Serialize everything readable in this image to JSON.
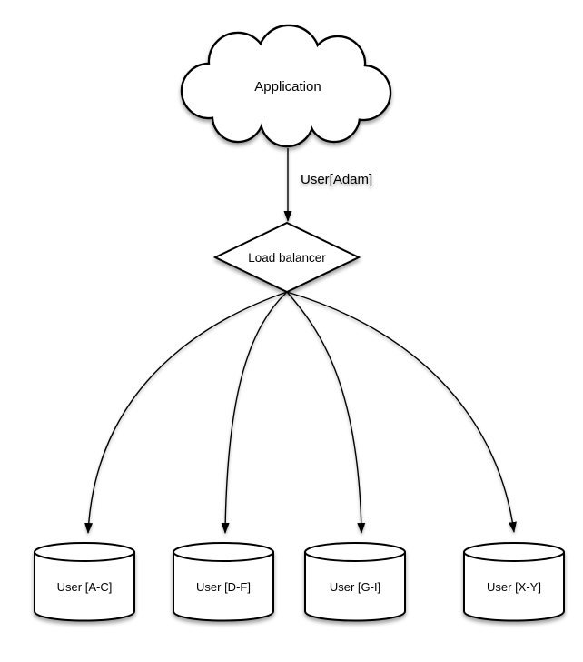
{
  "diagram": {
    "background": "#ffffff",
    "stroke_color": "#000000",
    "fill_color": "#ffffff",
    "nodes": {
      "application": {
        "label": "Application",
        "shape": "cloud"
      },
      "load_balancer": {
        "label": "Load balancer",
        "shape": "diamond"
      },
      "shards": [
        {
          "label": "User [A-C]",
          "shape": "cylinder"
        },
        {
          "label": "User [D-F]",
          "shape": "cylinder"
        },
        {
          "label": "User [G-I]",
          "shape": "cylinder"
        },
        {
          "label": "User [X-Y]",
          "shape": "cylinder"
        }
      ]
    },
    "edges": {
      "app_to_lb": {
        "label": "User[Adam]",
        "from": "application",
        "to": "load_balancer"
      },
      "lb_to_shards": [
        {
          "from": "load_balancer",
          "to": "shard-0"
        },
        {
          "from": "load_balancer",
          "to": "shard-1"
        },
        {
          "from": "load_balancer",
          "to": "shard-2"
        },
        {
          "from": "load_balancer",
          "to": "shard-3"
        }
      ]
    }
  }
}
